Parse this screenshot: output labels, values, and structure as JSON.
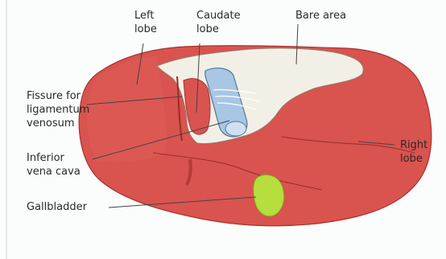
{
  "labels": {
    "left_lobe": "Left\nlobe",
    "caudate_lobe": "Caudate\nlobe",
    "bare_area": "Bare area",
    "fissure": "Fissure for\nligamentum\nvenosum",
    "ivc": "Inferior\nvena cava",
    "gallbladder": "Gallbladder",
    "right_lobe": "Right\nlobe"
  },
  "colors": {
    "liver": "#d9534f",
    "liver_dark": "#a8322f",
    "bare_area": "#f2f0e6",
    "ivc": "#a9c6e4",
    "gallbladder": "#b6de3c",
    "leader": "#444444"
  }
}
